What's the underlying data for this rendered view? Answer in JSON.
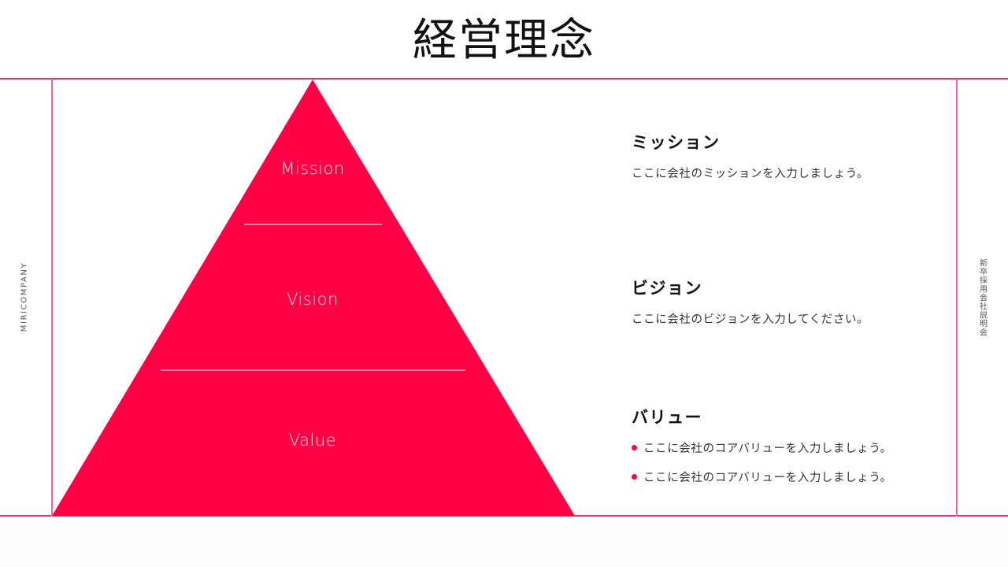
{
  "slide": {
    "title": "経営理念",
    "side_left_label": "MIRICOMPANY",
    "side_right_label": "新卒採用会社説明会",
    "accent_color": "#ff0044",
    "frame_color": "#e8336a"
  },
  "pyramid": {
    "tiers": [
      {
        "label": "Mission"
      },
      {
        "label": "Vision"
      },
      {
        "label": "Value"
      }
    ]
  },
  "sections": {
    "mission": {
      "title": "ミッション",
      "text": "ここに会社のミッションを入力しましょう。"
    },
    "vision": {
      "title": "ビジョン",
      "text": "ここに会社のビジョンを入力してください。"
    },
    "value": {
      "title": "バリュー",
      "bullets": [
        "ここに会社のコアバリューを入力しましょう。",
        "ここに会社のコアバリューを入力しましょう。"
      ]
    }
  }
}
